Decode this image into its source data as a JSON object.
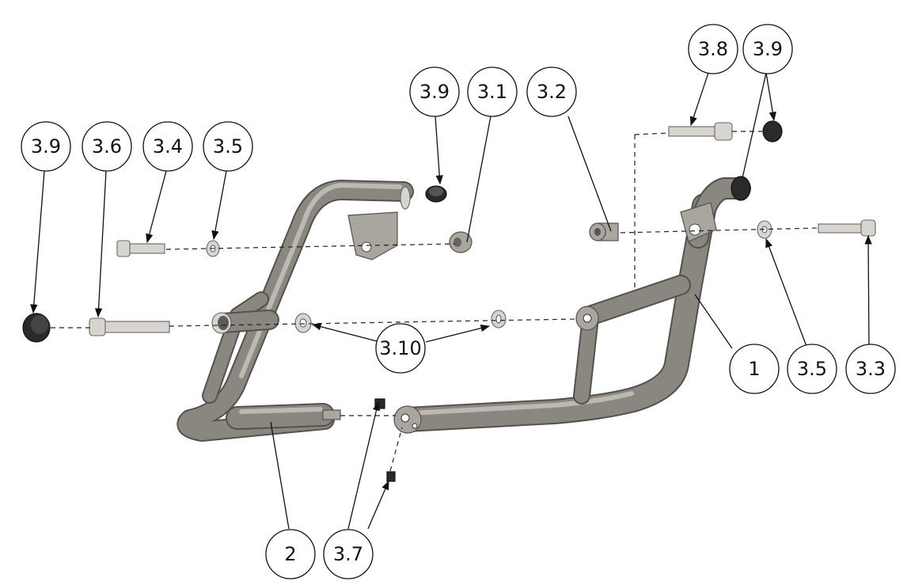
{
  "callouts": {
    "c_3_9_left": "3.9",
    "c_3_6": "3.6",
    "c_3_4": "3.4",
    "c_3_5_left": "3.5",
    "c_3_9_mid": "3.9",
    "c_3_1": "3.1",
    "c_3_2": "3.2",
    "c_3_8": "3.8",
    "c_3_9_right": "3.9",
    "c_1": "1",
    "c_3_5_right": "3.5",
    "c_3_3": "3.3",
    "c_3_10": "3.10",
    "c_2": "2",
    "c_3_7": "3.7"
  },
  "colors": {
    "tube": "#8a8680",
    "tube_highlight": "#bdb9b2",
    "dark_part": "#2a2a2a",
    "line": "#111111"
  }
}
